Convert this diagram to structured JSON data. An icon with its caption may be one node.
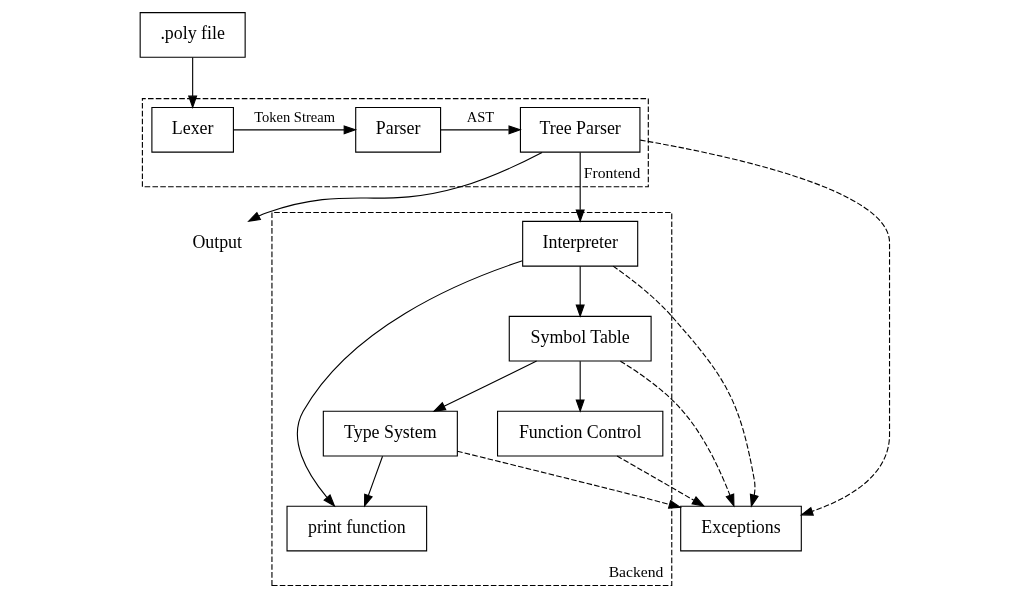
{
  "diagram": {
    "nodes": [
      {
        "text": [
          ".poly file"
        ]
      },
      {
        "text": [
          "Frontend"
        ]
      },
      {
        "text": [
          "Lexer"
        ],
        "in": 1
      },
      {
        "text": [
          "Parser"
        ],
        "in": 1
      },
      {
        "text": [
          "Tree Parser"
        ],
        "in": 1
      },
      {
        "text": [
          "Output"
        ]
      },
      {
        "text": [
          "Exceptions"
        ]
      },
      {
        "text": [
          "Backend"
        ]
      },
      {
        "text": [
          "Interpreter"
        ],
        "in": 7
      },
      {
        "text": [
          "Function Control"
        ],
        "in": 7
      },
      {
        "text": [
          "print function"
        ],
        "in": 7
      },
      {
        "text": [
          "Symbol Table"
        ],
        "in": 7
      },
      {
        "text": [
          "Type System"
        ],
        "in": 7
      }
    ],
    "edges": [
      {
        "from": 0,
        "to": 2,
        "arrow": "to"
      },
      {
        "from": 2,
        "to": 3,
        "arrow": "to",
        "label": "Token Stream"
      },
      {
        "from": 3,
        "to": 4,
        "arrow": "to",
        "label": "AST"
      },
      {
        "from": 4,
        "to": 5,
        "arrow": "to"
      },
      {
        "from": 4,
        "to": 8,
        "arrow": "to"
      },
      {
        "from": 4,
        "to": 6,
        "arrow": "to",
        "style": "dashed"
      },
      {
        "from": 8,
        "to": 6,
        "arrow": "to",
        "style": "dashed"
      },
      {
        "from": 9,
        "to": 6,
        "arrow": "to",
        "style": "dashed"
      },
      {
        "from": 11,
        "to": 6,
        "arrow": "to",
        "style": "dashed"
      },
      {
        "from": 12,
        "to": 6,
        "arrow": "to",
        "style": "dashed"
      },
      {
        "from": 8,
        "to": 11,
        "arrow": "to"
      },
      {
        "from": 8,
        "to": 10,
        "arrow": "to"
      },
      {
        "from": 11,
        "to": 9,
        "arrow": "to"
      },
      {
        "from": 11,
        "to": 12,
        "arrow": "to"
      },
      {
        "from": 12,
        "to": 10,
        "arrow": "to"
      }
    ]
  }
}
